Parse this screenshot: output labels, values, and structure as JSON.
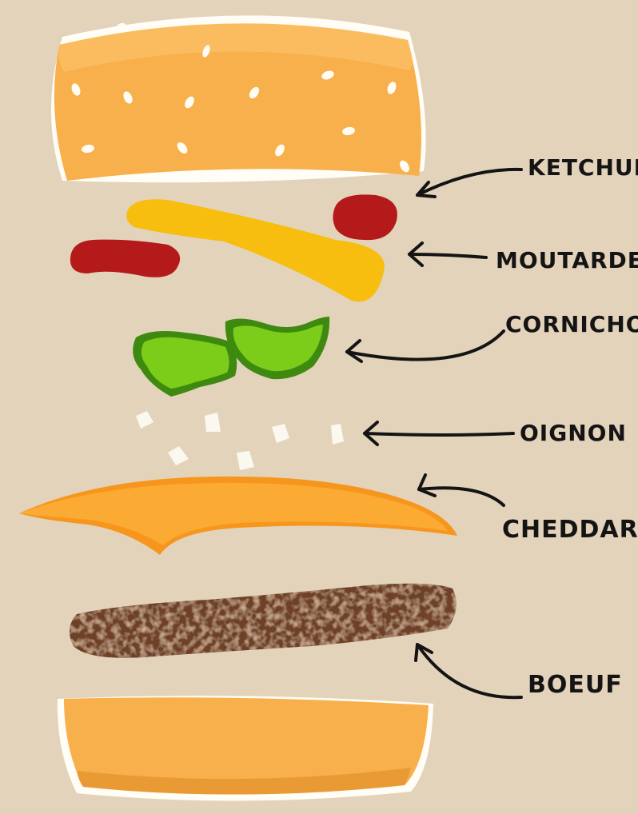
{
  "labels": {
    "ketchup": "KETCHUP",
    "moutarde": "MOUTARDE",
    "cornichon": "CORNICHON",
    "oignon": "OIGNON",
    "cheddar": "CHEDDAR",
    "boeuf": "BOEUF"
  },
  "colors": {
    "background": "#e3d3bb",
    "bun": "#f7b04c",
    "bun_shadow": "#e99a35",
    "ketchup": "#b51a1a",
    "mustard": "#f7bd0f",
    "pickle": "#7ccc1a",
    "pickle_outline": "#3e8a10",
    "onion": "#fbf8f0",
    "cheddar": "#f7961c",
    "beef": "#6e4126"
  }
}
